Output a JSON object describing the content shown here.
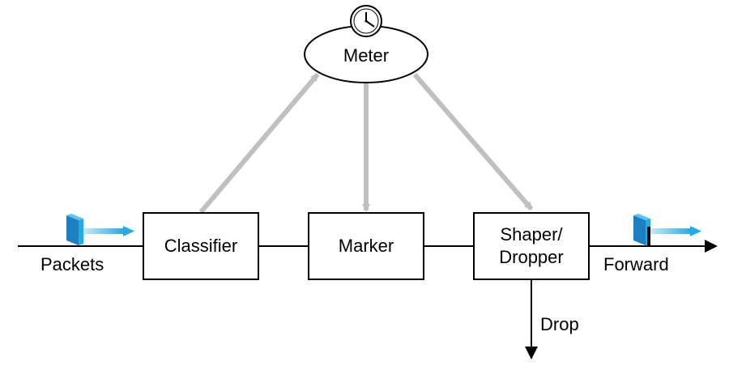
{
  "labels": {
    "meter": "Meter",
    "classifier": "Classifier",
    "marker": "Marker",
    "shaper_line1": "Shaper/",
    "shaper_line2": "Dropper",
    "packets": "Packets",
    "forward": "Forward",
    "drop": "Drop"
  },
  "icons": {
    "meter_clock": "clock-icon",
    "incoming_packet": "packet-icon",
    "outgoing_packet": "packet-icon"
  },
  "colors": {
    "line": "#000000",
    "control_arrow": "#c0c0c0",
    "packet_face": "#29a9e0",
    "packet_side": "#1b7fc0",
    "packet_trail": "#29a9e0",
    "box_fill": "#ffffff"
  }
}
